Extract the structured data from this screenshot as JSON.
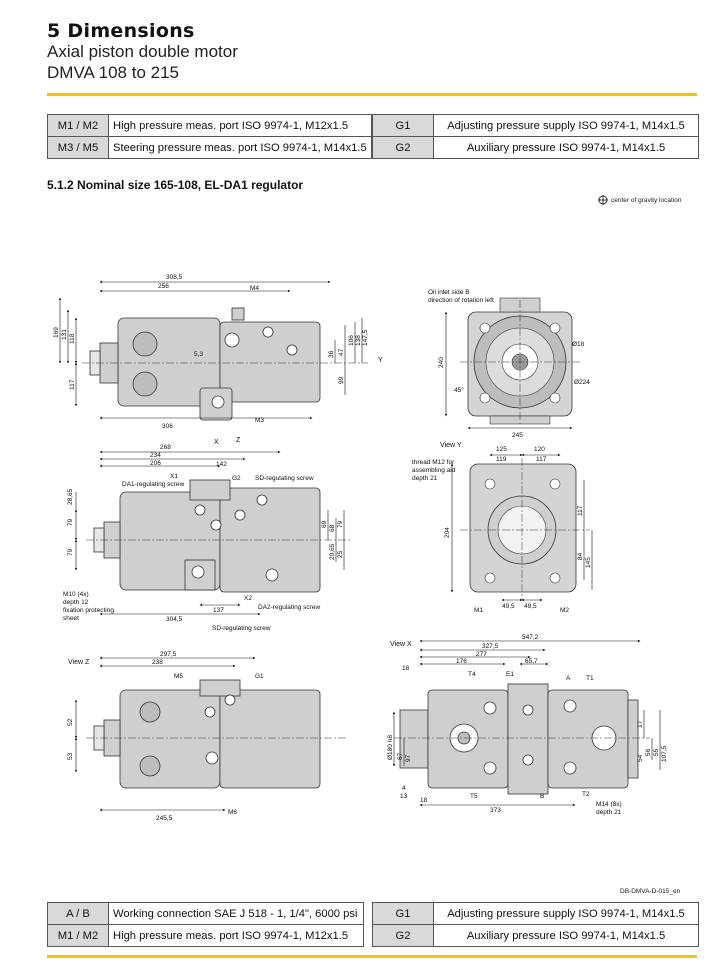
{
  "header": {
    "title": "5 Dimensions",
    "subtitle_line1": "Axial piston double motor",
    "subtitle_line2": "DMVA 108 to 215"
  },
  "top_table": {
    "left": [
      {
        "code": "M1 / M2",
        "desc": "High pressure meas. port ISO 9974-1, M12x1.5"
      },
      {
        "code": "M3 / M5",
        "desc": "Steering pressure meas. port ISO 9974-1, M14x1.5"
      }
    ],
    "right": [
      {
        "code": "G1",
        "desc": "Adjusting pressure supply ISO 9974-1, M14x1.5"
      },
      {
        "code": "G2",
        "desc": "Auxiliary pressure ISO 9974-1, M14x1.5"
      }
    ]
  },
  "section_title": "5.1.2 Nominal size 165-108, EL-DA1 regulator",
  "cog_label": "center of gravity location",
  "doc_id": "DB-DMVA-D-015_en",
  "drawing_labels": {
    "view1": {
      "d308_5": "308,5",
      "d256": "256",
      "d306": "306",
      "d169": "169",
      "d131": "131",
      "d118": "118",
      "d117": "117",
      "d5_3": "5,3",
      "d36": "36",
      "d47": "47",
      "d99": "99",
      "d106": "106",
      "d138": "138",
      "d147_5": "147,5",
      "m4": "M4",
      "m3": "M3",
      "y": "Y"
    },
    "view_front": {
      "ol_text1": "Oil inlet side B",
      "ol_text2": "direction of rotation left",
      "d240": "240",
      "d245": "245",
      "d18": "Ø18",
      "d224": "Ø224",
      "d45": "45°"
    },
    "view2": {
      "d268": "268",
      "d234": "234",
      "d206": "206",
      "d142": "142",
      "x1": "X1",
      "g2": "G2",
      "da1": "DA1-regulating screw",
      "sd": "SD-regulating screw",
      "d28_65": "28,65",
      "d79a": "79",
      "d79b": "79",
      "d79c": "79",
      "d69": "69",
      "d68": "68",
      "d20_65": "20,65",
      "d25": "25",
      "x2": "X2",
      "da2": "DA2-regulating screw",
      "d137": "137",
      "d304_5": "304,5",
      "sd2": "SD-regulating screw",
      "m10_1": "M10 (4x)",
      "m10_2": "depth 12",
      "m10_3": "fixation protecting",
      "m10_4": "sheet",
      "x": "X",
      "z": "Z"
    },
    "view_y": {
      "title": "View Y",
      "thread1": "thread M12 for",
      "thread2": "assembling aid",
      "thread3": "depth 21",
      "d125": "125",
      "d119": "119",
      "d120": "120",
      "d117": "117",
      "d204": "204",
      "d117b": "117",
      "d84": "84",
      "d145": "145",
      "d49_5a": "49,5",
      "d49_5b": "49,5",
      "m1": "M1",
      "m2": "M2"
    },
    "view_z": {
      "title": "View Z",
      "d297_5": "297,5",
      "d238": "238",
      "m5": "M5",
      "g1": "G1",
      "d52": "52",
      "d53": "53",
      "d245_5": "245,5",
      "m6": "M6"
    },
    "view_x": {
      "title": "View X",
      "d547_2": "547,2",
      "d327_5": "327,5",
      "d277": "277",
      "d176": "176",
      "d65_7": "65,7",
      "d18a": "18",
      "t4": "T4",
      "e1": "E1",
      "a": "A",
      "t1": "T1",
      "d180": "Ø180 h8",
      "d67": "67",
      "d97": "97",
      "d4": "4",
      "d13": "13",
      "d18b": "18",
      "d373": "373",
      "t5": "T5",
      "b": "B",
      "t2": "T2",
      "m14_1": "M14 (8x)",
      "m14_2": "depth 21",
      "d17": "17",
      "d54": "54",
      "d56": "56",
      "d107_5": "107,5",
      "d55": "55"
    }
  },
  "bottom_table": {
    "left": [
      {
        "code": "A / B",
        "desc": "Working connection SAE J 518 - 1, 1/4\", 6000 psi"
      },
      {
        "code": "M1 / M2",
        "desc": "High pressure meas. port ISO 9974-1, M12x1.5"
      }
    ],
    "right": [
      {
        "code": "G1",
        "desc": "Adjusting pressure supply ISO 9974-1, M14x1.5"
      },
      {
        "code": "G2",
        "desc": "Auxiliary pressure ISO 9974-1, M14x1.5"
      }
    ]
  },
  "colors": {
    "accent_yellow": "#f2c500",
    "table_code_bg": "#d9d9d9"
  }
}
